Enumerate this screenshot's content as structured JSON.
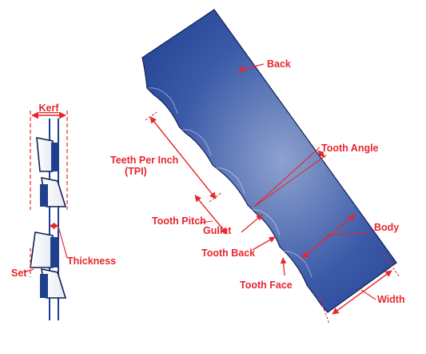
{
  "colors": {
    "annotation": "#e8262d",
    "blade_dark": "#1f3f8f",
    "blade_light": "#8ea2cf",
    "blade_outline": "#0f1f55"
  },
  "labels": {
    "kerf": "Kerf",
    "thickness": "Thickness",
    "set": "Set",
    "back": "Back",
    "tooth_angle": "Tooth Angle",
    "tpi_line1": "Teeth Per Inch",
    "tpi_line2": "(TPI)",
    "tooth_pitch": "Tooth Pitch",
    "gullet": "Gullet",
    "tooth_back": "Tooth Back",
    "tooth_face": "Tooth Face",
    "body": "Body",
    "width": "Width"
  }
}
